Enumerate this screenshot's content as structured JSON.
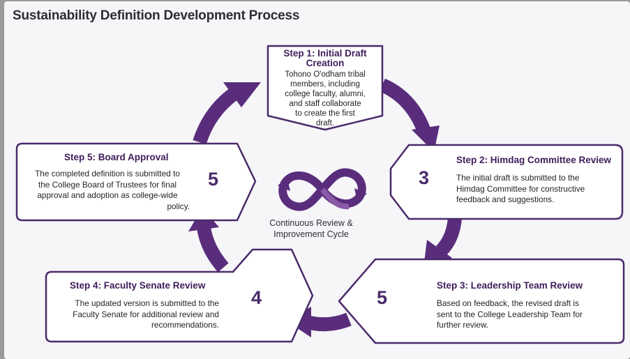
{
  "title": "Sustainability Definition Development Process",
  "colors": {
    "accent": "#5a2d7c",
    "accent_light": "#8a5aa8",
    "box_border": "#4a2a6a",
    "heading": "#3e1d5a"
  },
  "steps": [
    {
      "heading": "Step 1: Initial Draft Creation",
      "heading_line1": "Step 1: Initial Draft",
      "heading_line2": "Creation",
      "body_lines": [
        "Tohono O'odham tribal",
        "members, including",
        "college faculty, alumni,",
        "and staff collaborate",
        "to create the first",
        "draft."
      ]
    },
    {
      "heading": "Step 2: Himdag Committee Review",
      "number": "3",
      "body_lines": [
        "The initial draft is submitted to the",
        "Himdag Committee for constructive",
        "feedback and suggestions."
      ]
    },
    {
      "heading": "Step 3: Leadership Team Review",
      "number": "5",
      "body_lines": [
        "Based on feedback, the revised draft is",
        "sent to the College Leadership Team for",
        "further review."
      ]
    },
    {
      "heading": "Step 4: Faculty Senate Review",
      "number": "4",
      "body_lines": [
        "The updated version is submitted to the",
        "Faculty Senate for additional review and",
        "recommendations."
      ]
    },
    {
      "heading": "Step 5: Board Approval",
      "number": "5",
      "body_lines": [
        "The completed definition is submitted to",
        "the College Board of Trustees for final",
        "approval and adoption as college-wide",
        "policy."
      ]
    }
  ],
  "center": {
    "icon": "infinity-cycle-icon",
    "label_line1": "Continuous Review &",
    "label_line2": "Improvement Cycle"
  }
}
